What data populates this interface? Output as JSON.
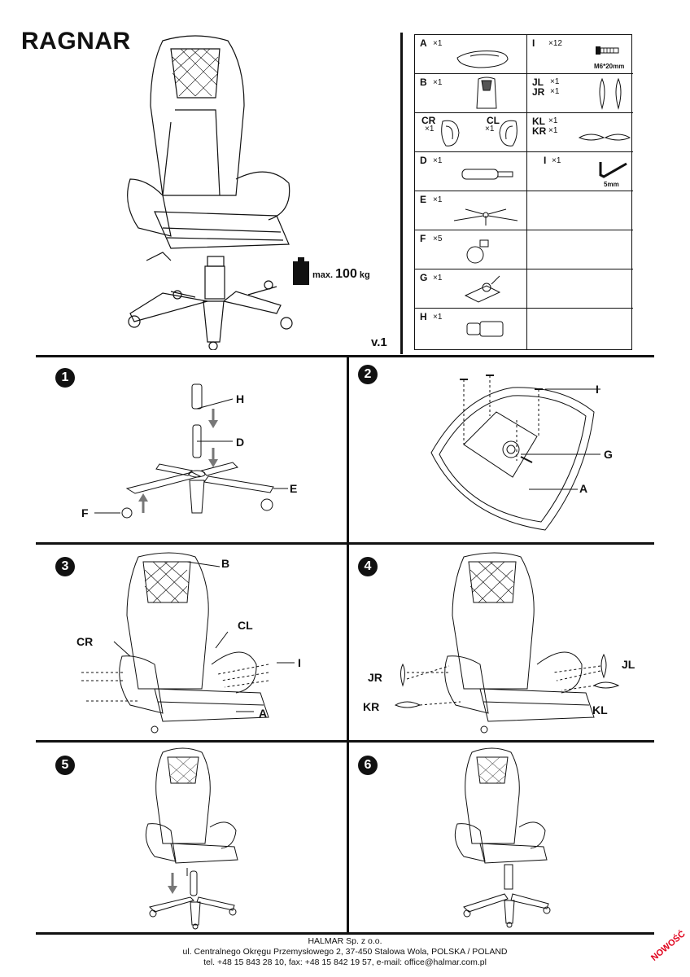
{
  "header": {
    "title": "RAGNAR",
    "version": "v.1"
  },
  "max_load": {
    "prefix": "max.",
    "value": "100",
    "unit": "kg"
  },
  "parts": [
    {
      "label": "A",
      "qty": "×1"
    },
    {
      "label": "I",
      "qty": "×12",
      "note": "M6*20mm"
    },
    {
      "label": "B",
      "qty": "×1"
    },
    {
      "label": "JL",
      "qty": "×1",
      "label2": "JR",
      "qty2": "×1"
    },
    {
      "label": "CR",
      "qty": "×1",
      "label2": "CL",
      "qty2": "×1"
    },
    {
      "label": "KL",
      "qty": "×1",
      "label2": "KR",
      "qty2": "×1"
    },
    {
      "label": "D",
      "qty": "×1"
    },
    {
      "label": "I",
      "qty": "×1",
      "note": "5mm"
    },
    {
      "label": "E",
      "qty": "×1"
    },
    {
      "label": "F",
      "qty": "×5"
    },
    {
      "label": "G",
      "qty": "×1"
    },
    {
      "label": "H",
      "qty": "×1"
    }
  ],
  "steps": [
    {
      "num": "1",
      "callouts": [
        "H",
        "D",
        "E",
        "F"
      ]
    },
    {
      "num": "2",
      "callouts": [
        "I",
        "G",
        "A"
      ]
    },
    {
      "num": "3",
      "callouts": [
        "B",
        "CR",
        "CL",
        "I",
        "A"
      ]
    },
    {
      "num": "4",
      "callouts": [
        "JR",
        "JL",
        "KR",
        "KL"
      ]
    },
    {
      "num": "5"
    },
    {
      "num": "6"
    }
  ],
  "footer": {
    "line1": "HALMAR Sp. z o.o.",
    "line2": "ul. Centralnego Okręgu Przemysłowego 2, 37-450 Stalowa Wola, POLSKA / POLAND",
    "line3": "tel. +48 15 843 28 10, fax: +48 15 842 19 57, e-mail: office@halmar.com.pl"
  },
  "badge": "NOWOŚĆ"
}
